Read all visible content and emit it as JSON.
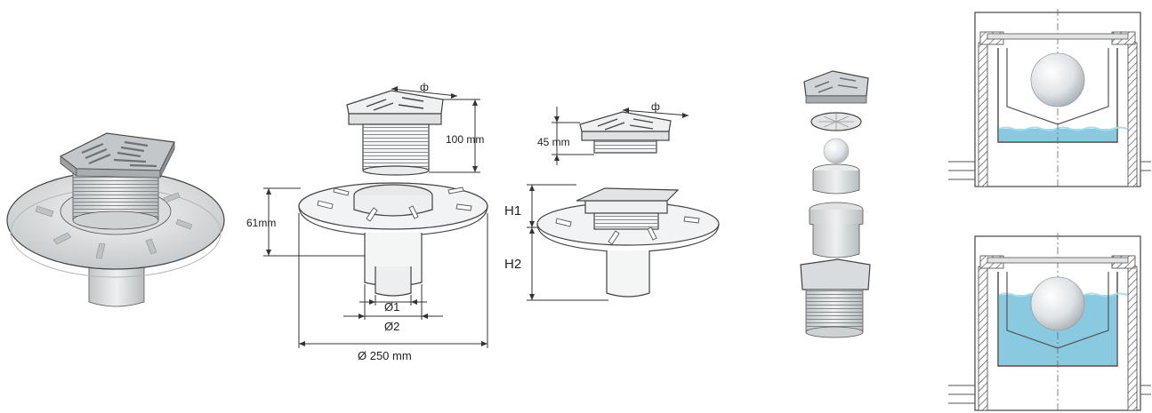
{
  "dimensions": {
    "grate_top": "ф",
    "height_tall": "100 mm",
    "height_short": "45 mm",
    "body_height": "61mm",
    "h1": "H1",
    "h2": "H2",
    "d1": "Ø1",
    "d2": "Ø2",
    "diameter": "Ø 250 mm"
  },
  "colors": {
    "metal": "#c9ccce",
    "metal_dark": "#8a8e91",
    "plastic": "#e4e6e7",
    "water": "#7cc4dd",
    "water_light": "#a9dcec",
    "hatch": "#555555"
  },
  "states": [
    {
      "water_level": 0.15
    },
    {
      "water_level": 0.8
    }
  ]
}
